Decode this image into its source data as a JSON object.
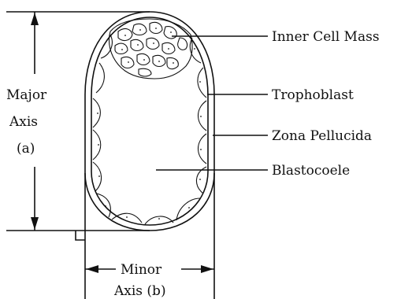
{
  "diagram": {
    "labels": {
      "inner_cell_mass": "Inner Cell Mass",
      "trophoblast": "Trophoblast",
      "zona_pellucida": "Zona Pellucida",
      "blastocoele": "Blastocoele",
      "major_axis_line1": "Major",
      "major_axis_line2": "Axis",
      "major_axis_line3": "(a)",
      "minor_axis_line1": "Minor",
      "minor_axis_line2": "Axis (b)"
    }
  }
}
